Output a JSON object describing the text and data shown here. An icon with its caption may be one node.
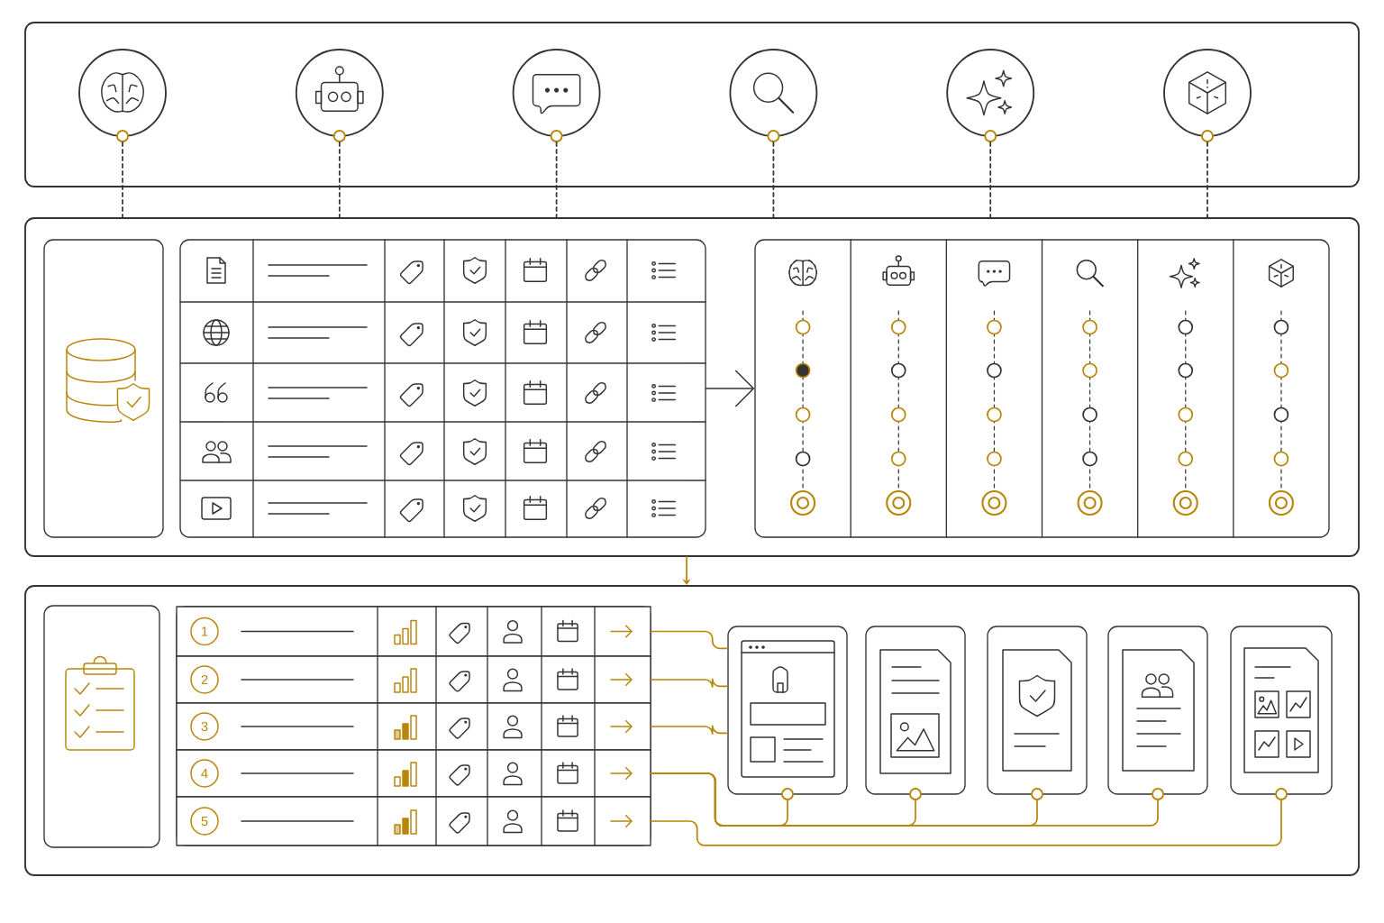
{
  "diagram": {
    "nodes": [
      {
        "text": [],
        "shape": "box"
      },
      {
        "text": [],
        "shape": "circle",
        "in": 0
      },
      {
        "text": [],
        "shape": "circle",
        "in": 0
      },
      {
        "text": [],
        "shape": "circle",
        "in": 0
      },
      {
        "text": [],
        "shape": "circle",
        "in": 0
      },
      {
        "text": [],
        "shape": "circle",
        "in": 0
      },
      {
        "text": [],
        "shape": "circle",
        "in": 0
      },
      {
        "text": [],
        "shape": "box"
      },
      {
        "text": [],
        "shape": "box",
        "in": 7
      },
      {
        "text": [],
        "shape": "box",
        "in": 7
      },
      {
        "text": [],
        "shape": "box",
        "in": 7
      },
      {
        "text": [],
        "shape": "box"
      },
      {
        "text": [],
        "shape": "box",
        "in": 11
      },
      {
        "text": [],
        "shape": "box",
        "in": 11
      },
      {
        "text": [
          "1"
        ],
        "in": 13
      },
      {
        "text": [
          "2"
        ],
        "in": 13
      },
      {
        "text": [
          "3"
        ],
        "in": 13
      },
      {
        "text": [
          "4"
        ],
        "in": 13
      },
      {
        "text": [
          "5"
        ],
        "in": 13
      },
      {
        "text": [],
        "shape": "box",
        "in": 11
      },
      {
        "text": [],
        "shape": "box",
        "in": 11
      },
      {
        "text": [],
        "shape": "box",
        "in": 11
      },
      {
        "text": [],
        "shape": "box",
        "in": 11
      },
      {
        "text": [],
        "shape": "box",
        "in": 11
      },
      {
        "text": [],
        "shape": "circle",
        "in": 0
      },
      {
        "text": [],
        "shape": "circle",
        "in": 0
      },
      {
        "text": [],
        "shape": "circle",
        "in": 0
      },
      {
        "text": [],
        "shape": "circle",
        "in": 0
      },
      {
        "text": [],
        "shape": "circle",
        "in": 0
      },
      {
        "text": [],
        "shape": "circle",
        "in": 0
      },
      {
        "text": [],
        "shape": "circle",
        "in": 11
      },
      {
        "text": [],
        "shape": "circle",
        "in": 11
      },
      {
        "text": [],
        "shape": "circle",
        "in": 11
      },
      {
        "text": [],
        "shape": "circle",
        "in": 11
      },
      {
        "text": [],
        "shape": "circle",
        "in": 11
      }
    ],
    "edges": [
      {
        "from": 24,
        "to": 7,
        "arrow": "none",
        "style": "dashed",
        "color": "#333333"
      },
      {
        "from": 25,
        "to": 7,
        "arrow": "none",
        "style": "dashed",
        "color": "#333333"
      },
      {
        "from": 26,
        "to": 7,
        "arrow": "none",
        "style": "dashed",
        "color": "#333333"
      },
      {
        "from": 27,
        "to": 7,
        "arrow": "none",
        "style": "dashed",
        "color": "#333333"
      },
      {
        "from": 28,
        "to": 7,
        "arrow": "none",
        "style": "dashed",
        "color": "#333333"
      },
      {
        "from": 29,
        "to": 7,
        "arrow": "none",
        "style": "dashed",
        "color": "#333333"
      },
      {
        "from": 9,
        "to": 10,
        "arrow": "to",
        "color": "#333333"
      },
      {
        "from": 7,
        "to": 11,
        "arrow": "to"
      },
      {
        "from": 14,
        "to": 19,
        "arrow": "none"
      },
      {
        "from": 15,
        "to": 19,
        "arrow": "none"
      },
      {
        "from": 16,
        "to": 19,
        "arrow": "none"
      },
      {
        "from": 17,
        "to": 30,
        "arrow": "none"
      },
      {
        "from": 17,
        "to": 31,
        "arrow": "none"
      },
      {
        "from": 17,
        "to": 32,
        "arrow": "none"
      },
      {
        "from": 17,
        "to": 33,
        "arrow": "none"
      },
      {
        "from": 18,
        "to": 34,
        "arrow": "none"
      }
    ]
  }
}
